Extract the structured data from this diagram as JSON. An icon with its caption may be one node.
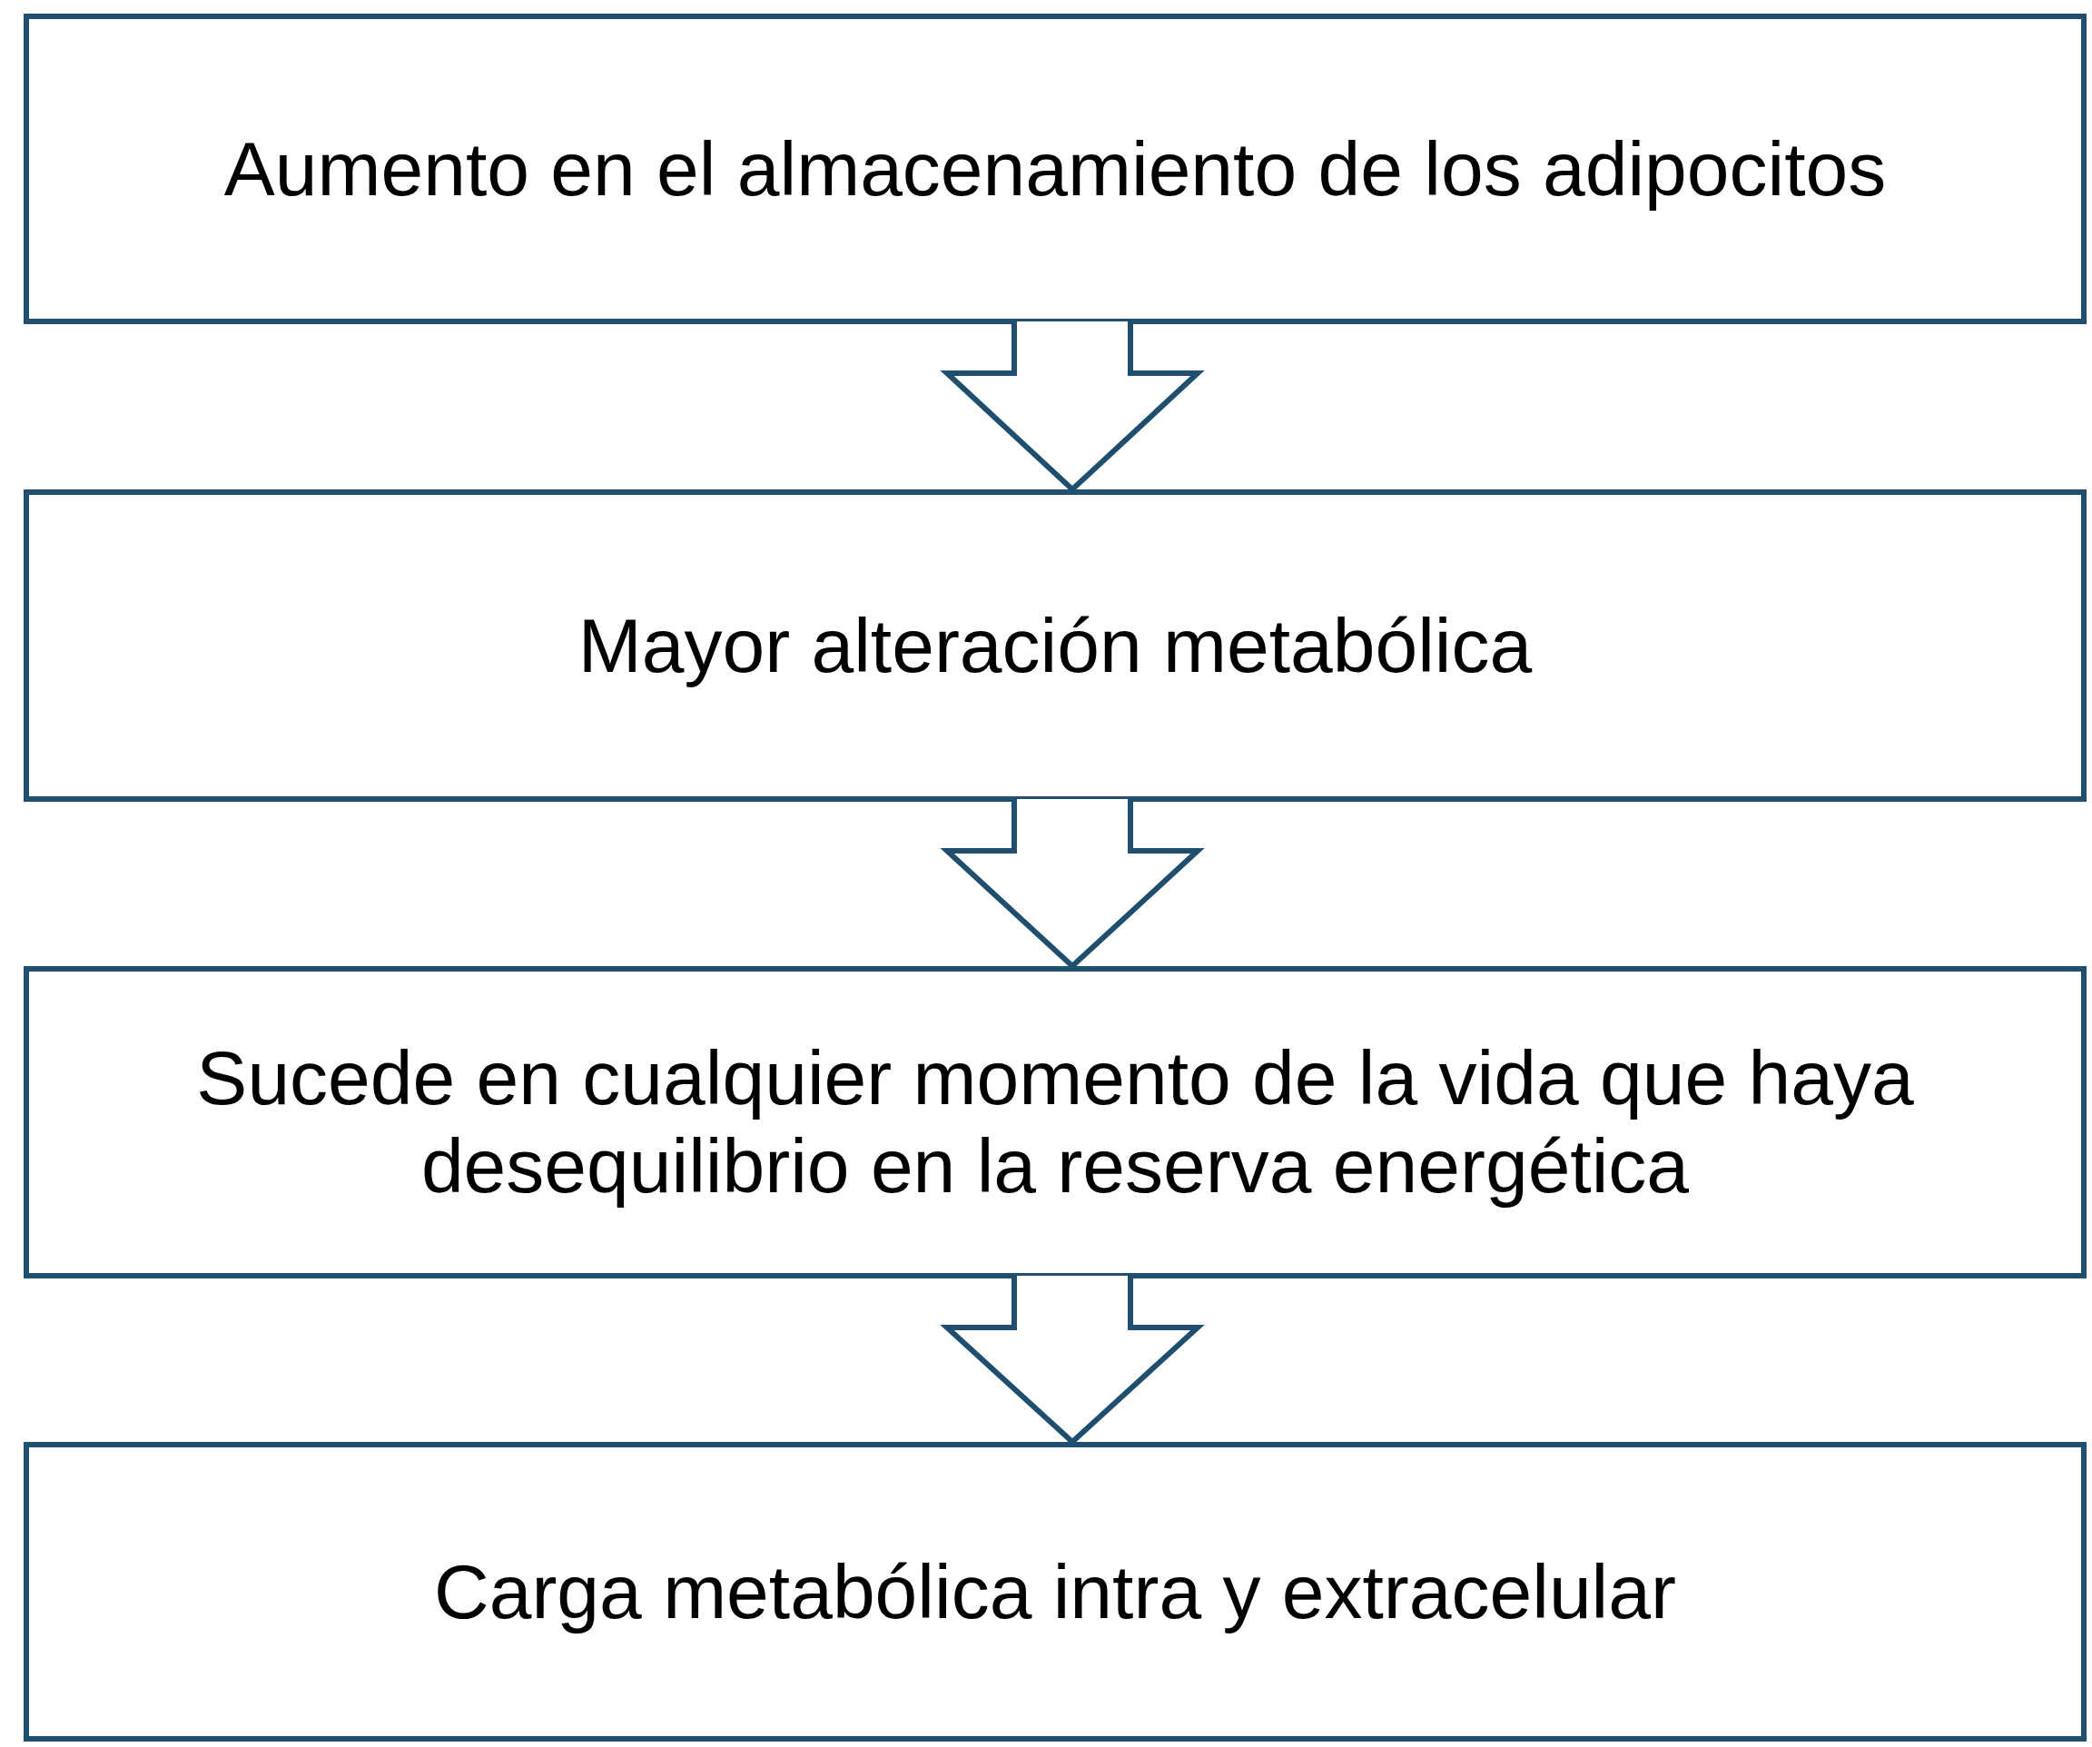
{
  "diagram": {
    "nodes": [
      {
        "text": [
          "Aumento en el almacenamiento de los adipocitos"
        ]
      },
      {
        "text": [
          "Mayor alteración metabólica"
        ]
      },
      {
        "text": [
          "Sucede en cualquier momento de la vida que haya desequilibrio en la reserva energética"
        ]
      },
      {
        "text": [
          "Carga metabólica intra y extracelular"
        ]
      }
    ],
    "edges": [
      {
        "from": 0,
        "to": 1,
        "arrow": "to"
      },
      {
        "from": 1,
        "to": 2,
        "arrow": "to"
      },
      {
        "from": 2,
        "to": 3,
        "arrow": "to"
      }
    ]
  }
}
